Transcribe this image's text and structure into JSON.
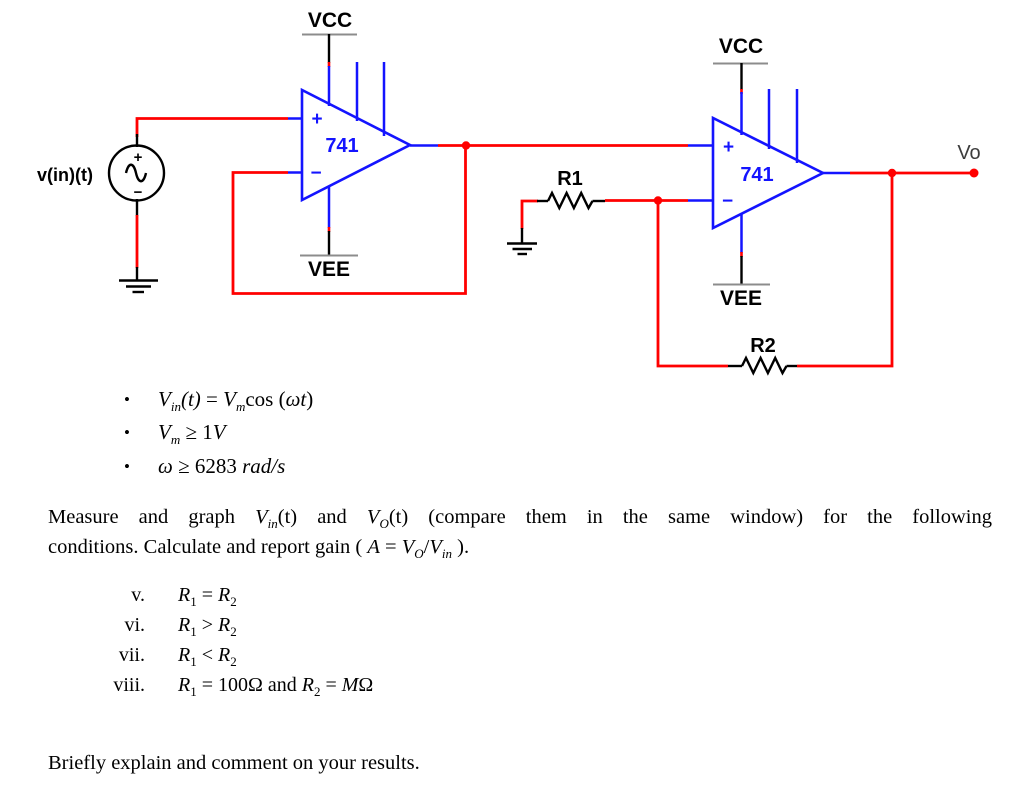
{
  "circuit": {
    "source_label": "v(in)(t)",
    "source_plus": "+",
    "source_minus": "−",
    "opamp1": {
      "name": "741",
      "vcc": "VCC",
      "vee": "VEE",
      "plus": "+",
      "minus": "−"
    },
    "opamp2": {
      "name": "741",
      "vcc": "VCC",
      "vee": "VEE",
      "plus": "+",
      "minus": "−"
    },
    "r1": "R1",
    "r2": "R2",
    "vo": "Vo",
    "colors": {
      "wire": "#ff0000",
      "device": "#1414ff",
      "label_text": "#000000",
      "power_rail": "#8c8c8c",
      "vo_label": "#3d3d3d"
    }
  },
  "doc": {
    "bullet_char": "•",
    "bullets": {
      "b1": {
        "v1": "V",
        "sub1": "in",
        "t1": "(t)",
        "eq": " = ",
        "v2": "V",
        "sub2": "m",
        "fn": "cos",
        "lp": " (",
        "arg": "ωt",
        "rp": ")"
      },
      "b2": {
        "v1": "V",
        "sub1": "m",
        "rel": " ≥ 1",
        "unit": "V"
      },
      "b3": {
        "v1": "ω",
        "rel": " ≥ 6283 ",
        "unit": "rad/s"
      }
    },
    "para": {
      "l1": {
        "a": "Measure and graph ",
        "v1": "V",
        "s1": "in",
        "b": "(t)",
        "c": " and ",
        "v2": "V",
        "s2": "O",
        "d": "(t)",
        "e": " (compare them in the same window) for the following"
      },
      "l2": {
        "a": "conditions. Calculate and report gain ( ",
        "v1": "A",
        "b": " = ",
        "v2": "V",
        "s2": "O",
        "c": "/",
        "v3": "V",
        "s3": "in",
        "d": " )."
      }
    },
    "conditions": [
      {
        "n": "v.",
        "r1": "R",
        "s1": "1",
        "mid": " = ",
        "r2": "R",
        "s2": "2",
        "t1": "",
        "tv": "",
        "t2": ""
      },
      {
        "n": "vi.",
        "r1": "R",
        "s1": "1",
        "mid": " > ",
        "r2": "R",
        "s2": "2",
        "t1": "",
        "tv": "",
        "t2": ""
      },
      {
        "n": "vii.",
        "r1": "R",
        "s1": "1",
        "mid": " < ",
        "r2": "R",
        "s2": "2",
        "t1": "",
        "tv": "",
        "t2": ""
      },
      {
        "n": "viii.",
        "r1": "R",
        "s1": "1",
        "mid": " = 100Ω and ",
        "r2": "R",
        "s2": "2",
        "t1": " = ",
        "tv": "M",
        "t2": "Ω"
      }
    ],
    "footer": "Briefly explain and comment on your results."
  }
}
